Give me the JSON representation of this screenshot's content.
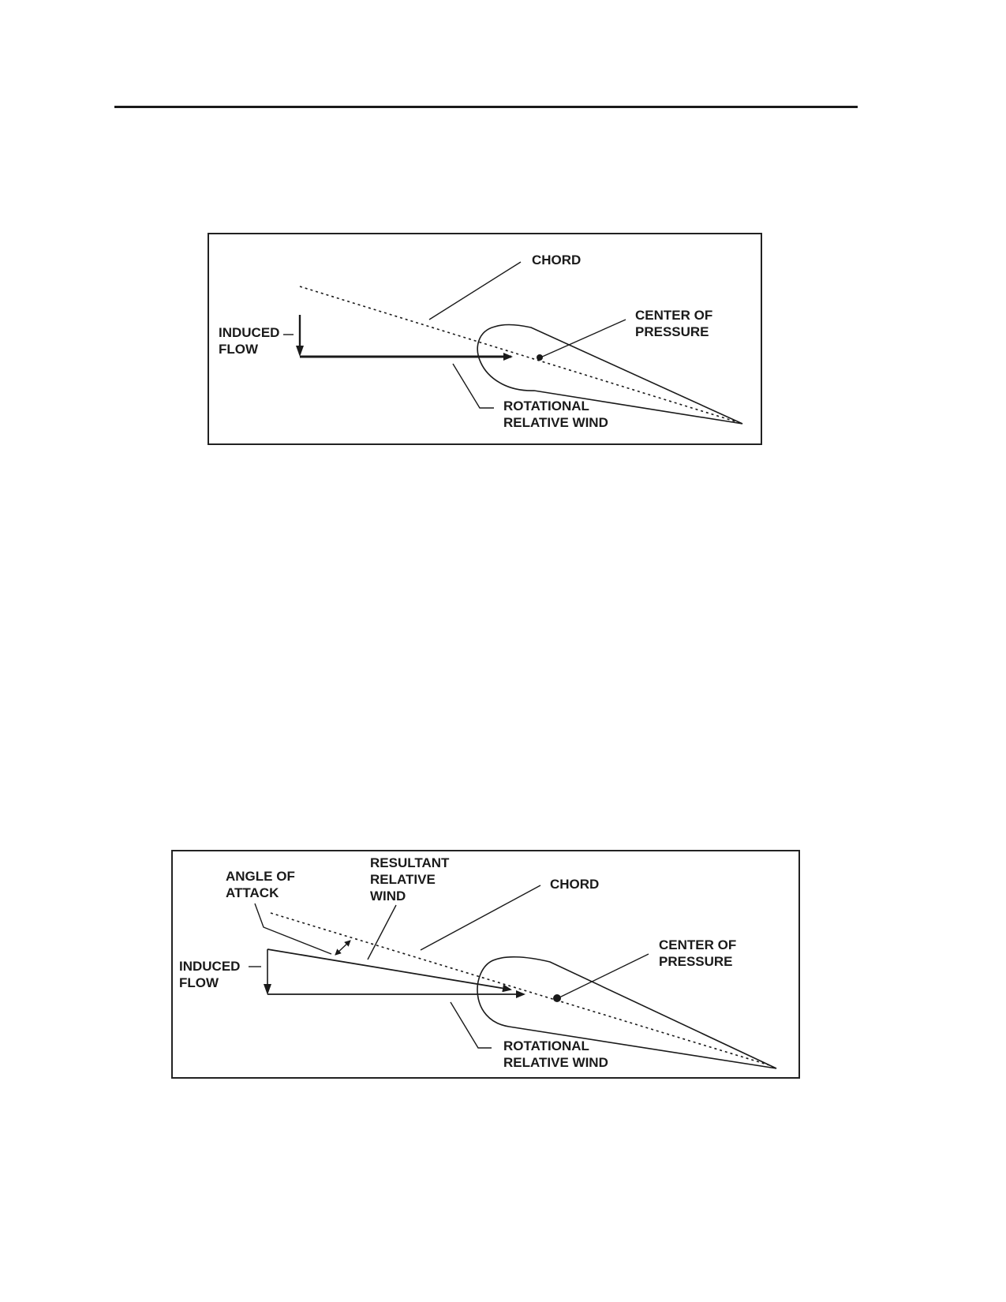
{
  "figure_1": {
    "labels": {
      "chord": "CHORD",
      "center_of_pressure_line1": "CENTER OF",
      "center_of_pressure_line2": "PRESSURE",
      "induced_flow_line1": "INDUCED",
      "induced_flow_line2": "FLOW",
      "rotational_relative_wind_line1": "ROTATIONAL",
      "rotational_relative_wind_line2": "RELATIVE WIND"
    }
  },
  "figure_2": {
    "labels": {
      "angle_of_attack_line1": "ANGLE OF",
      "angle_of_attack_line2": "ATTACK",
      "resultant_relative_wind_line1": "RESULTANT",
      "resultant_relative_wind_line2": "RELATIVE",
      "resultant_relative_wind_line3": "WIND",
      "chord": "CHORD",
      "center_of_pressure_line1": "CENTER OF",
      "center_of_pressure_line2": "PRESSURE",
      "induced_flow_line1": "INDUCED",
      "induced_flow_line2": "FLOW",
      "rotational_relative_wind_line1": "ROTATIONAL",
      "rotational_relative_wind_line2": "RELATIVE WIND"
    }
  },
  "colors": {
    "ink": "#1a1a1a",
    "frame": "#222222",
    "background": "#ffffff"
  }
}
